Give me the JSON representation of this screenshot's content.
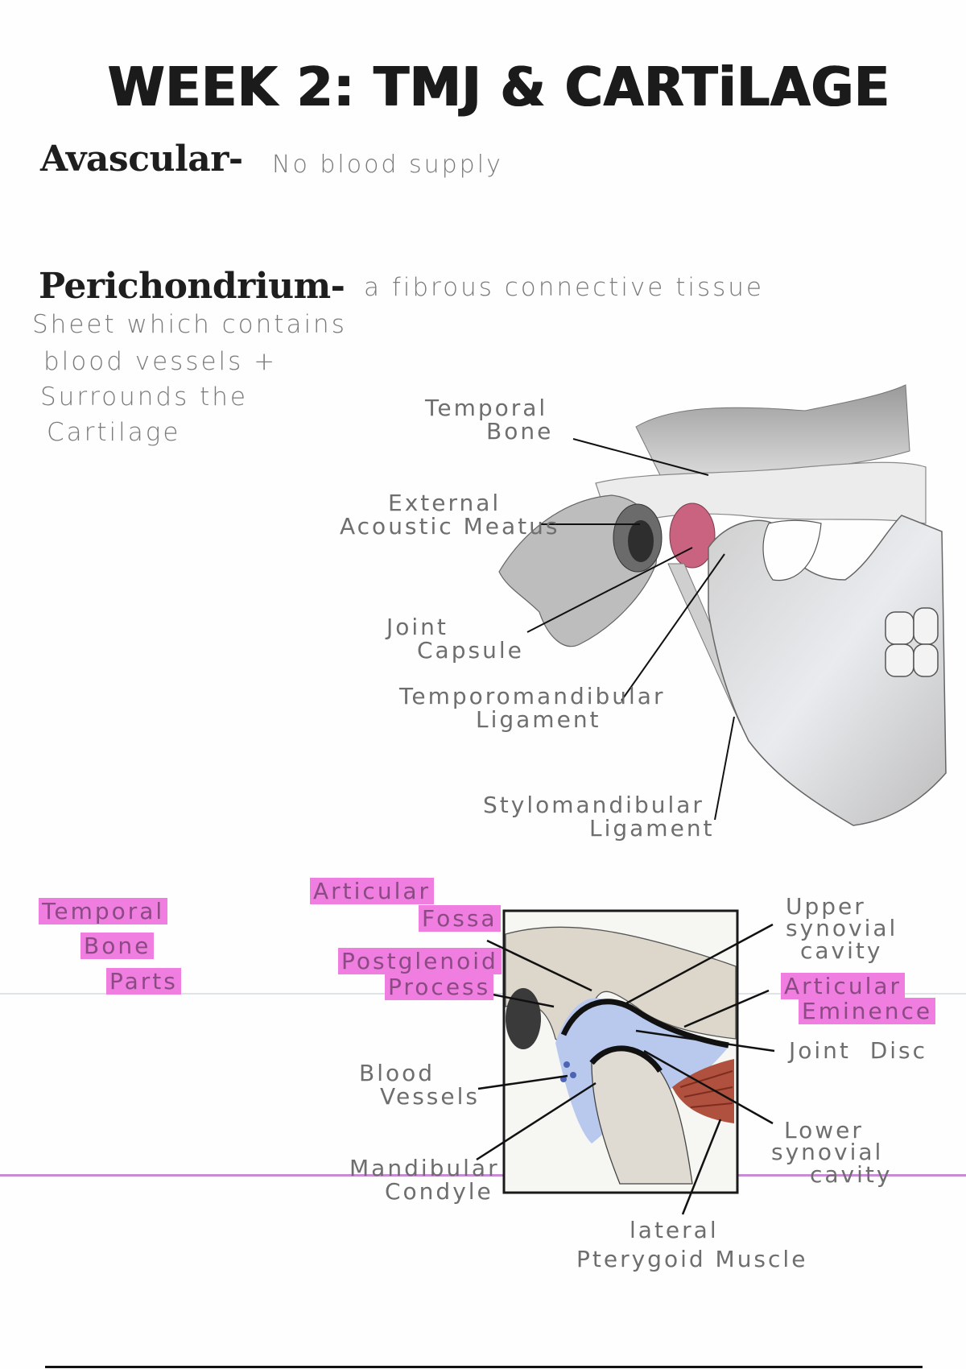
{
  "page": {
    "title": "WEEK 2: TMJ & CARTiLAGE",
    "colors": {
      "title": "#1b1b1b",
      "handwriting": "#7a7a7a",
      "highlight": "#f07ee0",
      "disc_blue": "#b9c9ee",
      "capsule_pink": "#c9637f",
      "muscle_red": "#b0503e",
      "pink_rule": "#c98bd6"
    }
  },
  "definitions": [
    {
      "term": "Avascular-",
      "text": "No blood supply"
    },
    {
      "term": "Perichondrium-",
      "text_line1": "a fibrous connective tissue",
      "text_line2": "Sheet which contains",
      "text_line3": "blood vessels +",
      "text_line4": "Surrounds the",
      "text_line5": "Cartilage"
    }
  ],
  "diagram1": {
    "labels": {
      "temporal_bone_1": "Temporal",
      "temporal_bone_2": "Bone",
      "eam_1": "External",
      "eam_2": "Acoustic Meatus",
      "joint_capsule_1": "Joint",
      "joint_capsule_2": "Capsule",
      "tm_lig_1": "Temporomandibular",
      "tm_lig_2": "Ligament",
      "sm_lig_1": "Stylomandibular",
      "sm_lig_2": "Ligament"
    }
  },
  "diagram2": {
    "section_heading": [
      "Temporal",
      "Bone",
      "Parts"
    ],
    "labels": {
      "articular_fossa_1": "Articular",
      "articular_fossa_2": "Fossa",
      "postglenoid_1": "Postglenoid",
      "postglenoid_2": "Process",
      "blood_vessels_1": "Blood",
      "blood_vessels_2": "Vessels",
      "mandibular_condyle_1": "Mandibular",
      "mandibular_condyle_2": "Condyle",
      "upper_synovial_1": "Upper",
      "upper_synovial_2": "synovial",
      "upper_synovial_3": "cavity",
      "articular_eminence_1": "Articular",
      "articular_eminence_2": "Eminence",
      "joint_disc": "Joint  Disc",
      "lower_synovial_1": "Lower",
      "lower_synovial_2": "synovial",
      "lower_synovial_3": "cavity",
      "lateral_pterygoid_1": "lateral",
      "lateral_pterygoid_2": "Pterygoid Muscle"
    }
  }
}
